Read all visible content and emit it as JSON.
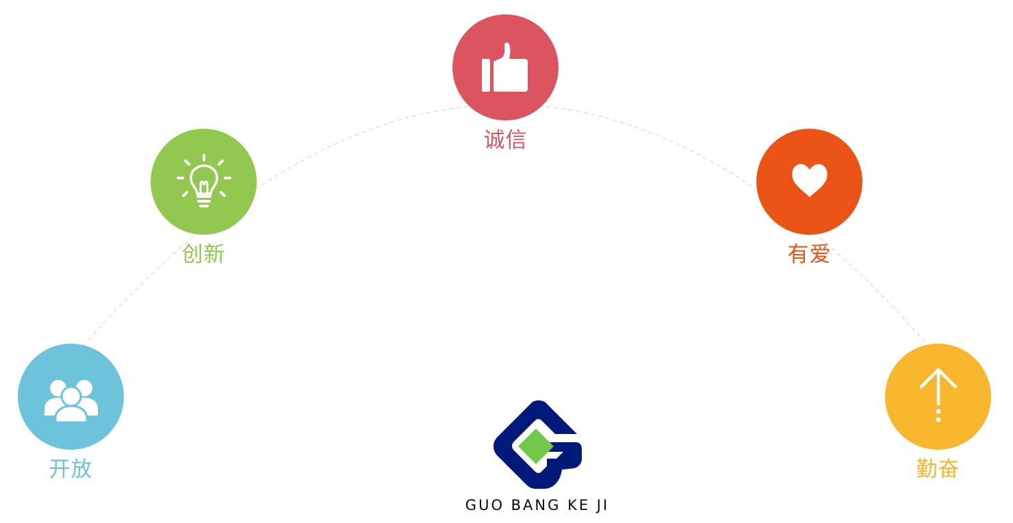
{
  "values": {
    "integrity": {
      "label": "诚信",
      "color": "#dc5460",
      "icon": "thumbs-up-icon"
    },
    "innovation": {
      "label": "创新",
      "color": "#92c750",
      "icon": "lightbulb-icon"
    },
    "love": {
      "label": "有爱",
      "color": "#e95316",
      "icon": "heart-icon"
    },
    "open": {
      "label": "开放",
      "color": "#6dc2dc",
      "icon": "users-group-icon"
    },
    "diligence": {
      "label": "勤奋",
      "color": "#f8b62d",
      "icon": "arrow-up-icon"
    }
  },
  "logo": {
    "text": "GUO BANG KE JI",
    "primary_color": "#001a7a",
    "accent_color": "#72c84a"
  },
  "arc_color": "#d8d8d8"
}
